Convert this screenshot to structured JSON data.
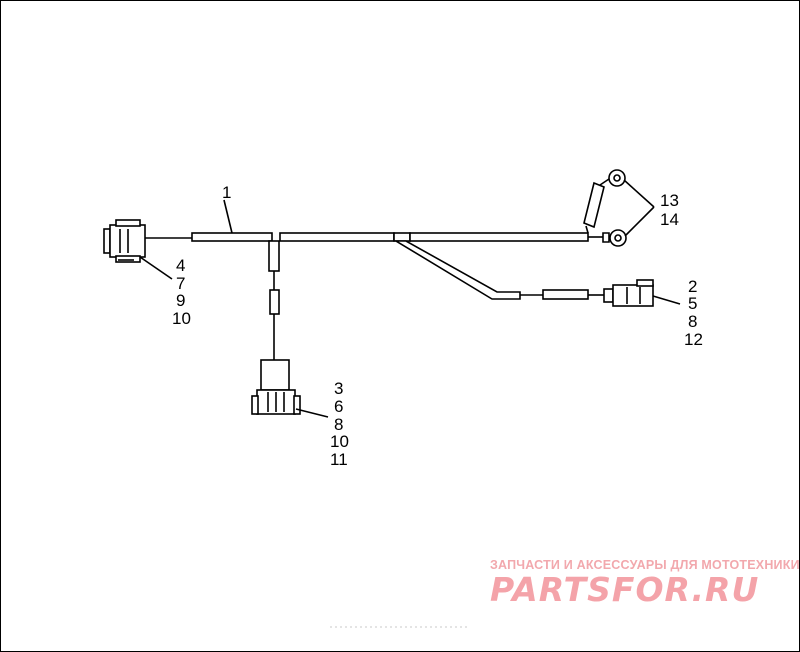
{
  "callouts": {
    "c1": "1",
    "c4": "4",
    "c7": "7",
    "c9": "9",
    "c10a": "10",
    "c3": "3",
    "c6": "6",
    "c8a": "8",
    "c10b": "10",
    "c11": "11",
    "c13": "13",
    "c14": "14",
    "c2": "2",
    "c5": "5",
    "c8b": "8",
    "c12": "12"
  },
  "watermark": {
    "tagline": "ЗАПЧАСТИ И АКСЕССУАРЫ ДЛЯ МОТОТЕХНИКИ",
    "logo": "PARTSFOR.RU"
  },
  "colors": {
    "line": "#000000",
    "watermark": "#f4a3a9"
  }
}
